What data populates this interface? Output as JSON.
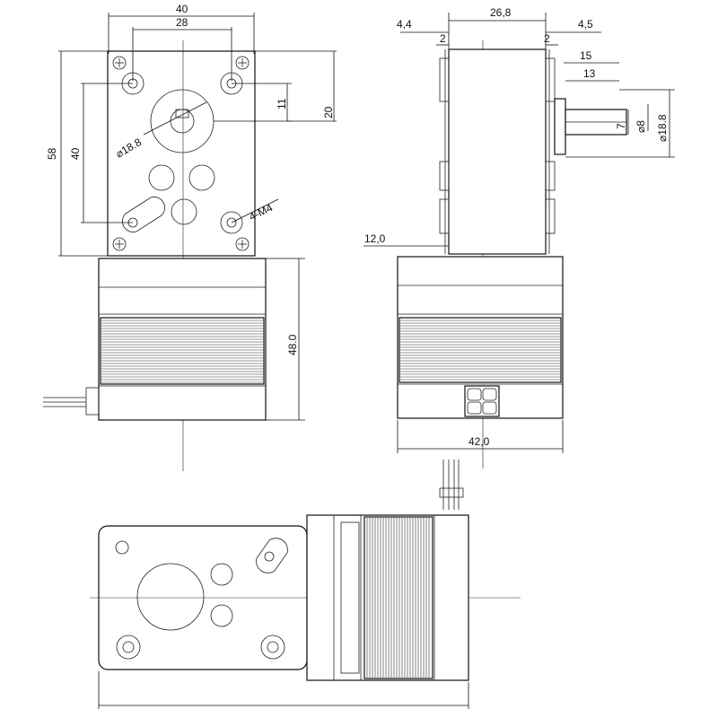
{
  "front_view": {
    "dim_width": "40",
    "dim_hole_spacing": "28",
    "dim_height": "58",
    "dim_hole_vertical": "40",
    "dim_shaft_offset": "11",
    "dim_gear_offset": "20",
    "dim_shaft_dia": "⌀18.8",
    "dim_thread": "4-M4",
    "dim_motor_length": "48.0"
  },
  "side_view": {
    "dim_body_width": "26,8",
    "dim_left_gap": "4,4",
    "dim_right_gap": "4,5",
    "dim_left_step": "2",
    "dim_right_step": "2",
    "dim_shaft_len": "15",
    "dim_shaft_len_inner": "13",
    "dim_flat": "7",
    "dim_shaft_small": "⌀8",
    "dim_shaft_big": "⌀18.8",
    "dim_flange_offset": "12,0",
    "dim_motor_width": "42,0"
  }
}
